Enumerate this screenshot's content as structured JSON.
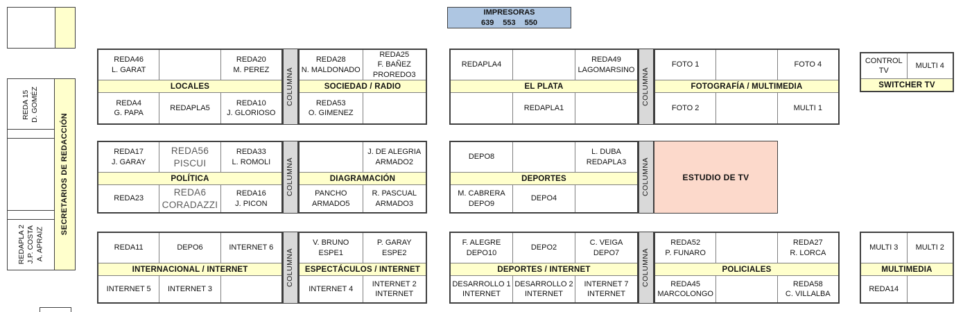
{
  "colors": {
    "yellow": "#ffffcc",
    "pillar_gray": "#d9d9d9",
    "studio_pink": "#fcd9cb",
    "printer_blue": "#aec6e2",
    "border_dark": "#3f3f3f",
    "border_inner": "#7f7f7f"
  },
  "columna": "COLUMNA",
  "impresoras": {
    "title": "IMPRESORAS",
    "numbers": "639 553 550"
  },
  "estudio": {
    "label": "ESTUDIO DE TV"
  },
  "left_column": {
    "secretarios": "SECRETARIOS DE REDACCIÓN",
    "reda15": [
      "REDA 15",
      "D. GOMÉZ"
    ],
    "redapla2": [
      "REDAPLA 2",
      "J.P. COSTA",
      "A. APRAIZ"
    ]
  },
  "tables": {
    "locales": {
      "header": "LOCALES",
      "top": [
        [
          "REDA46",
          "L. GARAT"
        ],
        [],
        [
          "REDA20",
          "M. PEREZ"
        ]
      ],
      "bottom": [
        [
          "REDA4",
          "G. PAPA"
        ],
        [
          "REDAPLA5"
        ],
        [
          "REDA10",
          "J. GLORIOSO"
        ]
      ]
    },
    "sociedad": {
      "header": "SOCIEDAD / RADIO",
      "top": [
        [
          "REDA28",
          "N. MALDONADO"
        ],
        [
          "REDA25",
          "F. BAÑEZ",
          "PROREDO3"
        ]
      ],
      "bottom": [
        [
          "REDA53",
          "O. GIMENEZ"
        ],
        []
      ]
    },
    "elplata": {
      "header": "EL PLATA",
      "top": [
        [
          "REDAPLA4"
        ],
        [],
        [
          "REDA49",
          "LAGOMARSINO"
        ]
      ],
      "bottom": [
        [],
        [
          "REDAPLA1"
        ],
        []
      ]
    },
    "foto": {
      "header": "FOTOGRAFÍA / MULTIMEDIA",
      "top": [
        [
          "FOTO 1"
        ],
        [],
        [
          "FOTO 4"
        ]
      ],
      "bottom": [
        [
          "FOTO 2"
        ],
        [],
        [
          "MULTI 1"
        ]
      ]
    },
    "switcher": {
      "header": "SWITCHER TV",
      "top": [
        [
          "CONTROL TV"
        ],
        [
          "MULTI 4"
        ]
      ]
    },
    "politica": {
      "header": "POLÍTICA",
      "top": [
        [
          "REDA17",
          "J. GARAY"
        ],
        [
          "REDA56",
          "PISCUI"
        ],
        [
          "REDA33",
          "L. ROMOLI"
        ]
      ],
      "bottom": [
        [
          "REDA23"
        ],
        [
          "REDA6",
          "CORADAZZI"
        ],
        [
          "REDA16",
          "J. PICON"
        ]
      ]
    },
    "diagramacion": {
      "header": "DIAGRAMACIÓN",
      "top": [
        [],
        [
          "J. DE ALEGRIA",
          "ARMADO2"
        ]
      ],
      "bottom": [
        [
          "PANCHO",
          "ARMADO5"
        ],
        [
          "R. PASCUAL",
          "ARMADO3"
        ]
      ]
    },
    "deportes": {
      "header": "DEPORTES",
      "top": [
        [
          "DEPO8"
        ],
        [],
        [
          "L. DUBA",
          "REDAPLA3"
        ]
      ],
      "bottom": [
        [
          "M. CABRERA",
          "DEPO9"
        ],
        [
          "DEPO4"
        ],
        []
      ]
    },
    "internacional": {
      "header": "INTERNACIONAL / INTERNET",
      "top": [
        [
          "REDA11"
        ],
        [
          "DEPO6"
        ],
        [
          "INTERNET 6"
        ]
      ],
      "bottom": [
        [
          "INTERNET 5"
        ],
        [
          "INTERNET 3"
        ],
        []
      ]
    },
    "espectaculos": {
      "header": "ESPECTÁCULOS / INTERNET",
      "top": [
        [
          "V. BRUNO",
          "ESPE1"
        ],
        [
          "P. GARAY",
          "ESPE2"
        ]
      ],
      "bottom": [
        [
          "INTERNET 4"
        ],
        [
          "INTERNET 2",
          "INTERNET"
        ]
      ]
    },
    "deportes_internet": {
      "header": "DEPORTES / INTERNET",
      "top": [
        [
          "F. ALEGRE",
          "DEPO10"
        ],
        [
          "DEPO2"
        ],
        [
          "C. VEIGA",
          "DEPO7"
        ]
      ],
      "bottom": [
        [
          "DESARROLLO 1",
          "INTERNET"
        ],
        [
          "DESARROLLO 2",
          "INTERNET"
        ],
        [
          "INTERNET 7",
          "INTERNET"
        ]
      ]
    },
    "policiales": {
      "header": "POLICIALES",
      "top": [
        [
          "REDA52",
          "P. FUNARO"
        ],
        [],
        [
          "REDA27",
          "R. LORCA"
        ]
      ],
      "bottom": [
        [
          "REDA45",
          "MARCOLONGO"
        ],
        [],
        [
          "REDA58",
          "C. VILLALBA"
        ]
      ]
    },
    "multimedia": {
      "header": "MULTIMEDIA",
      "top": [
        [
          "MULTI 3"
        ],
        [
          "MULTI 2"
        ]
      ],
      "bottom": [
        [
          "REDA14"
        ],
        []
      ]
    }
  }
}
